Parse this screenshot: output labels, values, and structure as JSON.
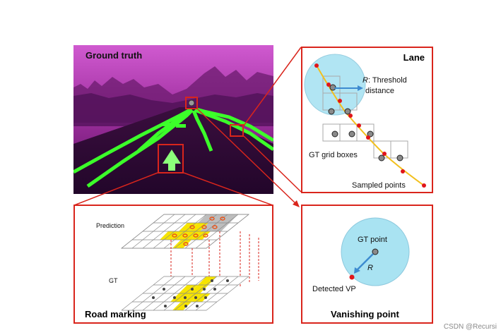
{
  "ground_truth": {
    "title": "Ground truth"
  },
  "lane": {
    "title": "Lane",
    "threshold_r": "R",
    "threshold_text": ": Threshold",
    "threshold_text2": "distance",
    "grid_label": "GT grid boxes",
    "sampled_label": "Sampled points"
  },
  "road_marking": {
    "title": "Road marking",
    "prediction_label": "Prediction",
    "gt_label": "GT"
  },
  "vanishing_point": {
    "title": "Vanishing point",
    "gt_point_label": "GT point",
    "r_label": "R",
    "detected_label": "Detected VP"
  },
  "watermark": "CSDN @Recursi",
  "colors": {
    "frame_red": "#d9251c",
    "lane_green": "#4cff3a",
    "ground_magenta": "#7a1a7a",
    "circle_blue": "#a9e3f2",
    "curve_yellow": "#f2c01e",
    "cell_yellow": "#f6e400",
    "cell_gray": "#bdbdbd",
    "arrow_blue": "#3d8bd0"
  }
}
